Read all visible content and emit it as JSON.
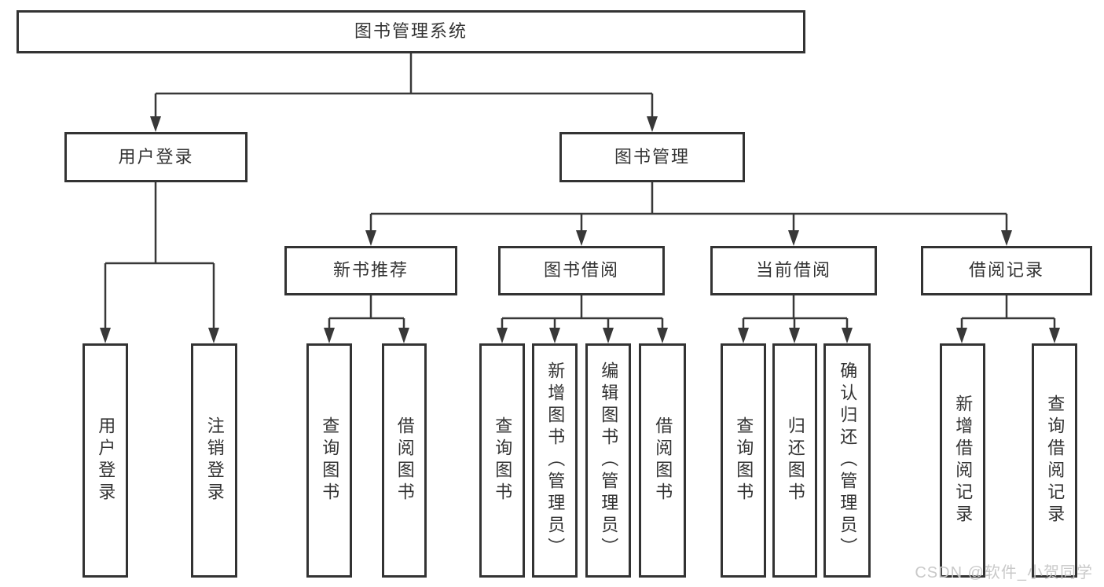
{
  "diagram": {
    "root": {
      "label": "图书管理系统",
      "children": [
        {
          "label": "用户登录",
          "children": [
            {
              "label": "用户登录"
            },
            {
              "label": "注销登录"
            }
          ]
        },
        {
          "label": "图书管理",
          "children": [
            {
              "label": "新书推荐",
              "children": [
                {
                  "label": "查询图书"
                },
                {
                  "label": "借阅图书"
                }
              ]
            },
            {
              "label": "图书借阅",
              "children": [
                {
                  "label": "查询图书"
                },
                {
                  "label": "新增图书（管理员）"
                },
                {
                  "label": "编辑图书（管理员）"
                },
                {
                  "label": "借阅图书"
                }
              ]
            },
            {
              "label": "当前借阅",
              "children": [
                {
                  "label": "查询图书"
                },
                {
                  "label": "归还图书"
                },
                {
                  "label": "确认归还（管理员）"
                }
              ]
            },
            {
              "label": "借阅记录",
              "children": [
                {
                  "label": "新增借阅记录"
                },
                {
                  "label": "查询借阅记录"
                }
              ]
            }
          ]
        }
      ]
    }
  },
  "colors": {
    "line": "#383838",
    "border": "#333333",
    "text": "#333333",
    "background": "#ffffff",
    "watermark": "#c6c6c6"
  },
  "watermark": {
    "text": "CSDN @软件_小贺同学"
  }
}
